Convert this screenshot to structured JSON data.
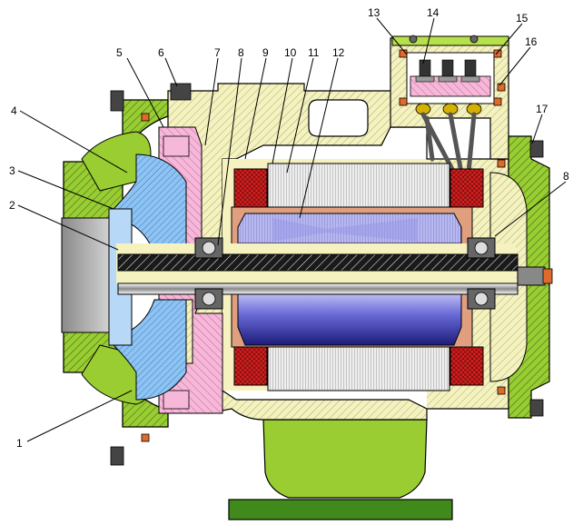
{
  "callouts": [
    {
      "id": "c1",
      "text": "1"
    },
    {
      "id": "c2",
      "text": "2"
    },
    {
      "id": "c3",
      "text": "3"
    },
    {
      "id": "c4",
      "text": "4"
    },
    {
      "id": "c5",
      "text": "5"
    },
    {
      "id": "c6",
      "text": "6"
    },
    {
      "id": "c7",
      "text": "7"
    },
    {
      "id": "c8",
      "text": "8"
    },
    {
      "id": "c9",
      "text": "9"
    },
    {
      "id": "c10",
      "text": "10"
    },
    {
      "id": "c11",
      "text": "11"
    },
    {
      "id": "c12",
      "text": "12"
    },
    {
      "id": "c13",
      "text": "13"
    },
    {
      "id": "c14",
      "text": "14"
    },
    {
      "id": "c15",
      "text": "15"
    },
    {
      "id": "c16",
      "text": "16"
    },
    {
      "id": "c17",
      "text": "17"
    },
    {
      "id": "c8b",
      "text": "8"
    }
  ],
  "colors": {
    "housing": "#9ACD32",
    "housing_hatch": "#3a6e1a",
    "cream": "#F5F2C0",
    "cream_hatch": "#9FAF70",
    "pink": "#F6B8D8",
    "pink_hatch": "#C0609A",
    "impeller": "#7FB7F0",
    "rotor": "#2A2A9A",
    "rotor_light": "#C8C8F8",
    "stator": "#D9D9D9",
    "copper": "#E0A080",
    "winding": "#D62020",
    "shaft": "#111111",
    "bolt": "#333333",
    "seal": "#E06A2A",
    "gray": "#A0A0A0"
  }
}
